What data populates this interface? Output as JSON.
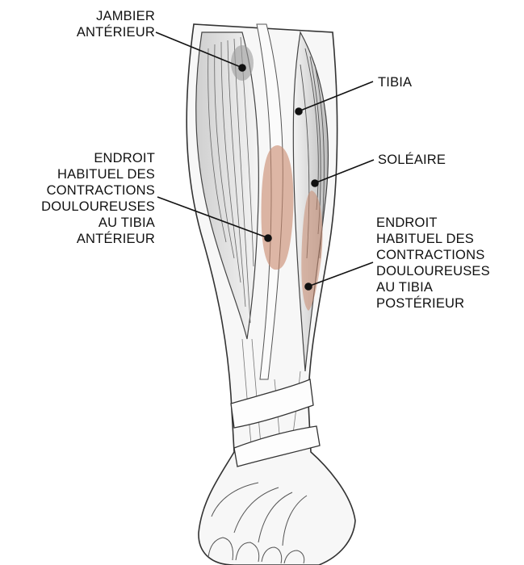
{
  "labels": {
    "jambier": [
      "JAMBIER",
      "ANTÉRIEUR"
    ],
    "tibia": [
      "TIBIA"
    ],
    "soleaire": [
      "SOLÉAIRE"
    ],
    "anterior_zone": [
      "ENDROIT",
      "HABITUEL DES",
      "CONTRACTIONS",
      "DOULOUREUSES",
      "AU TIBIA",
      "ANTÉRIEUR"
    ],
    "posterior_zone": [
      "ENDROIT",
      "HABITUEL DES",
      "CONTRACTIONS",
      "DOULOUREUSES",
      "AU TIBIA",
      "POSTÉRIEUR"
    ]
  },
  "colors": {
    "pain_zone": "#c98a70",
    "ink": "#222222",
    "text": "#111111"
  }
}
